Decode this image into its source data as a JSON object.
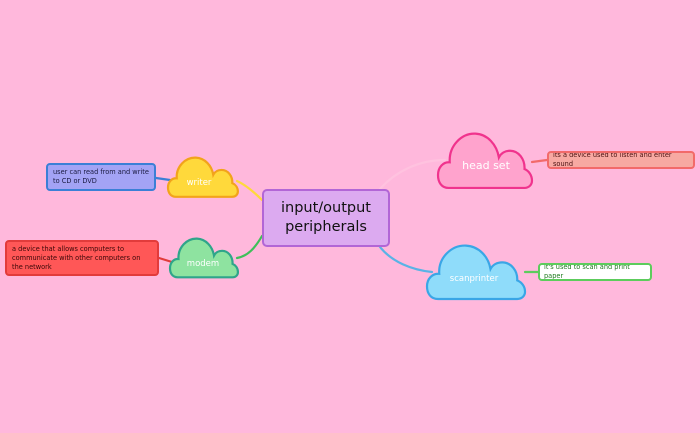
{
  "central": {
    "label": "input/output peripherals"
  },
  "clouds": {
    "writer": "writer",
    "modem": "modem",
    "head_set": "head set",
    "scanprinter": "scanprinter"
  },
  "notes": {
    "writer": "user can read from and write to CD or DVD",
    "modem": "a device that allows computers to communicate with other computers on the network",
    "head_set": "its a device used to listen and enter sound",
    "scanprinter": "it's used to scan and print paper"
  },
  "colors": {
    "background": "#ffb8dc",
    "central_fill": "#dcaaf0",
    "central_border": "#b266d6",
    "writer_cloud": "#ffd93b",
    "modem_cloud": "#8ee3a0",
    "head_set_cloud": "#ffa3cd",
    "scanprinter_cloud": "#8fdcfa"
  }
}
